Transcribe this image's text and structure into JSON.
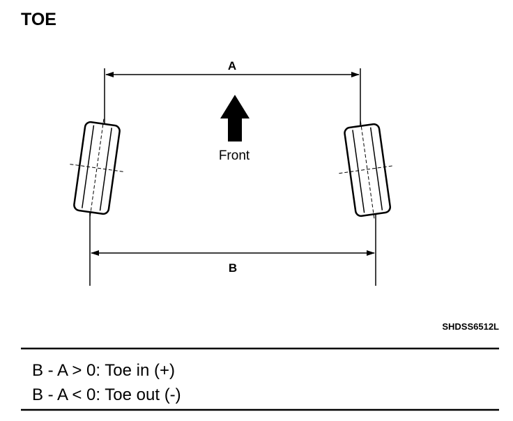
{
  "title": "TOE",
  "diagram": {
    "dimension_top_label": "A",
    "dimension_bottom_label": "B",
    "direction_label": "Front",
    "figure_code": "SHDSS6512L"
  },
  "legend": {
    "toe_in": "B - A > 0: Toe in (+)",
    "toe_out": "B - A < 0: Toe out (-)"
  }
}
